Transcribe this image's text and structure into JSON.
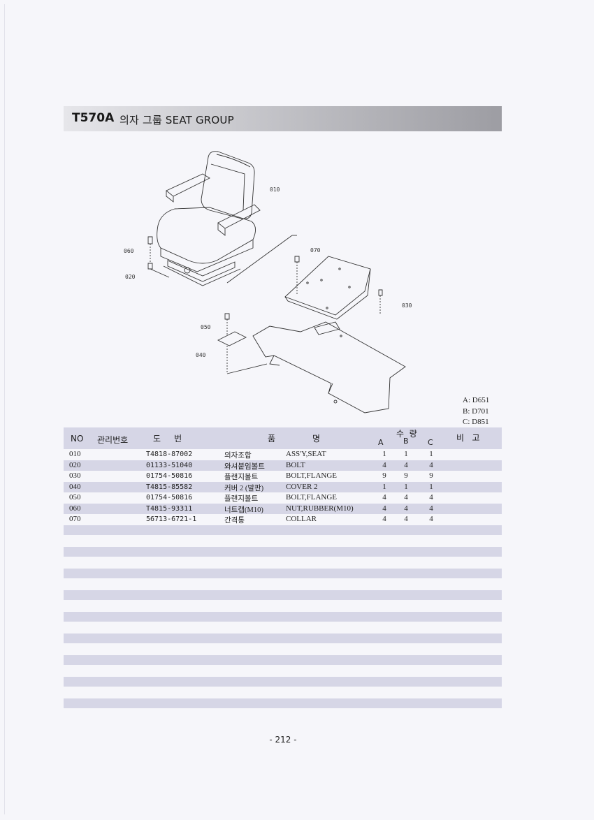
{
  "header": {
    "code": "T570A",
    "title": "의자 그룹  SEAT GROUP"
  },
  "drawing": {
    "callouts": [
      "010",
      "020",
      "030",
      "040",
      "050",
      "060",
      "070"
    ]
  },
  "models": [
    "A: D651",
    "B: D701",
    "C: D851"
  ],
  "table": {
    "headers": {
      "no": "NO",
      "mgmt_no": "관리번호",
      "drawing_no": "도     번",
      "part_name_1": "품",
      "part_name_2": "명",
      "qty": "수  량",
      "qty_a": "A",
      "qty_b": "B",
      "qty_c": "C",
      "remarks": "비   고"
    },
    "rows": [
      {
        "no": "010",
        "part_no": "T4818-87002",
        "name_kr": "의자조합",
        "name_en": "ASS'Y,SEAT",
        "a": "1",
        "b": "1",
        "c": "1"
      },
      {
        "no": "020",
        "part_no": "01133-51040",
        "name_kr": "와셔붙임볼트",
        "name_en": "BOLT",
        "a": "4",
        "b": "4",
        "c": "4"
      },
      {
        "no": "030",
        "part_no": "01754-50816",
        "name_kr": "플랜지볼트",
        "name_en": "BOLT,FLANGE",
        "a": "9",
        "b": "9",
        "c": "9"
      },
      {
        "no": "040",
        "part_no": "T4815-85582",
        "name_kr": "커버 2 (발판)",
        "name_en": "COVER 2",
        "a": "1",
        "b": "1",
        "c": "1"
      },
      {
        "no": "050",
        "part_no": "01754-50816",
        "name_kr": "플랜지볼트",
        "name_en": "BOLT,FLANGE",
        "a": "4",
        "b": "4",
        "c": "4"
      },
      {
        "no": "060",
        "part_no": "T4815-93311",
        "name_kr": "너트캡(M10)",
        "name_en": "NUT,RUBBER(M10)",
        "a": "4",
        "b": "4",
        "c": "4"
      },
      {
        "no": "070",
        "part_no": "56713-6721-1",
        "name_kr": "간격통",
        "name_en": "COLLAR",
        "a": "4",
        "b": "4",
        "c": "4"
      }
    ]
  },
  "page_number": "- 212 -"
}
